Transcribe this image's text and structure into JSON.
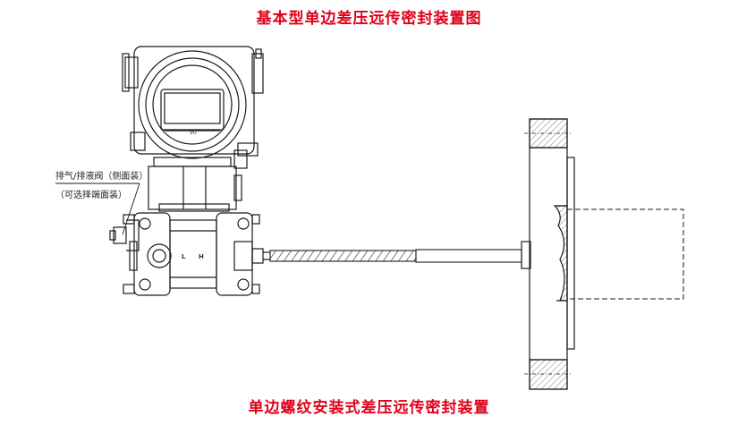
{
  "titles": {
    "top": "基本型单边差压远传密封装置图",
    "bottom": "单边螺纹安装式差压远传密封装置"
  },
  "callouts": {
    "vent_valve": "排气/排液阀（侧面装）",
    "optional": "（可选择端面装）"
  },
  "marks": {
    "low": "L",
    "high": "H",
    "scale": "90"
  },
  "colors": {
    "title": "#e0001b",
    "line": "#1a1a1a"
  }
}
